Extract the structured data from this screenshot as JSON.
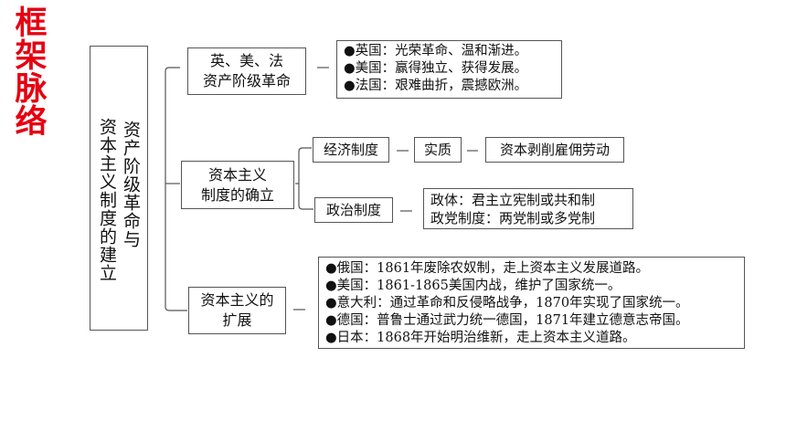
{
  "side_title": [
    "框",
    "架",
    "脉",
    "络"
  ],
  "root": {
    "col1": "资本主义制度的建立",
    "col2": "资产阶级革命与"
  },
  "branch1": {
    "label_lines": [
      "英、美、法",
      "资产阶级革命"
    ],
    "details": [
      "●英国：光荣革命、温和渐进。",
      "●美国：赢得独立、获得发展。",
      "●法国：艰难曲折，震撼欧洲。"
    ]
  },
  "branch2": {
    "label_lines": [
      "资本主义",
      "制度的确立"
    ],
    "economic": {
      "label": "经济制度",
      "essence_label": "实质",
      "essence_value": "资本剥削雇佣劳动"
    },
    "political": {
      "label": "政治制度",
      "details": [
        "政体：君主立宪制或共和制",
        "政党制度：两党制或多党制"
      ]
    }
  },
  "branch3": {
    "label_lines": [
      "资本主义的",
      "扩展"
    ],
    "details": [
      "●俄国：1861年废除农奴制，走上资本主义发展道路。",
      "●美国：1861-1865美国内战，维护了国家统一。",
      "●意大利：通过革命和反侵略战争，1870年实现了国家统一。",
      "●德国：普鲁士通过武力统一德国，1871年建立德意志帝国。",
      "●日本：1868年开始明治维新，走上资本主义道路。"
    ]
  },
  "colors": {
    "accent_title": "#e60012",
    "border": "#555555"
  }
}
